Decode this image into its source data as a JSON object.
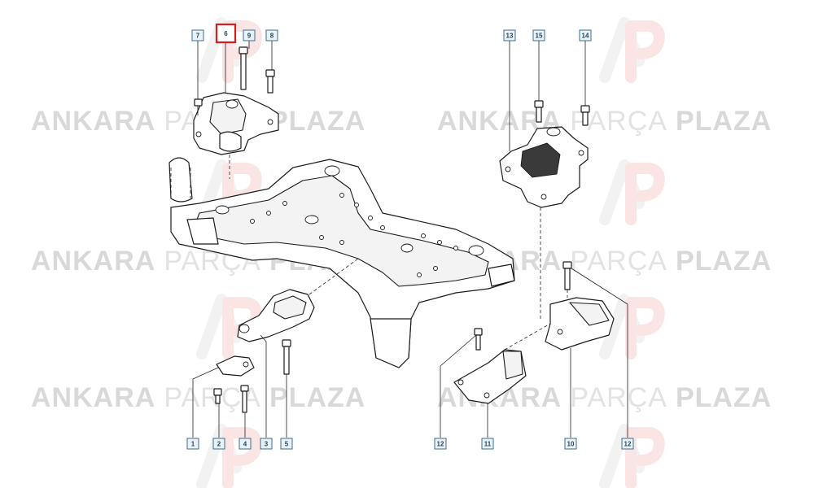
{
  "watermark": {
    "word1": "ANKARA",
    "word2": "PARÇA",
    "word3": "PLAZA",
    "colors": {
      "bold": "#d9d9d9",
      "light": "#e3e3e3",
      "logo_red": "#fbe4e4"
    }
  },
  "callouts": {
    "c7": "7",
    "c6": "6",
    "c9": "9",
    "c8": "8",
    "c13": "13",
    "c15": "15",
    "c14": "14",
    "c1": "1",
    "c2": "2",
    "c4": "4",
    "c3": "3",
    "c5": "5",
    "c12a": "12",
    "c11": "11",
    "c10": "10",
    "c12b": "12"
  },
  "highlight": {
    "callout": "6",
    "color": "#d21f1f"
  },
  "colors": {
    "callout_fill": "#e9f2f7",
    "callout_border": "#3b6f8f",
    "line": "#1b1b1b"
  }
}
